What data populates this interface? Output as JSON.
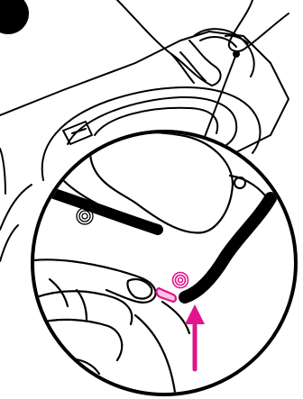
{
  "step": {
    "number": "",
    "badge_color": "#000000"
  },
  "colors": {
    "line": "#000000",
    "fill": "#ffffff",
    "highlight": "#e0148c"
  },
  "icons": {
    "callout": "magnifier-callout-circle",
    "arrow": "up-arrow",
    "target": "latch-press-target"
  }
}
